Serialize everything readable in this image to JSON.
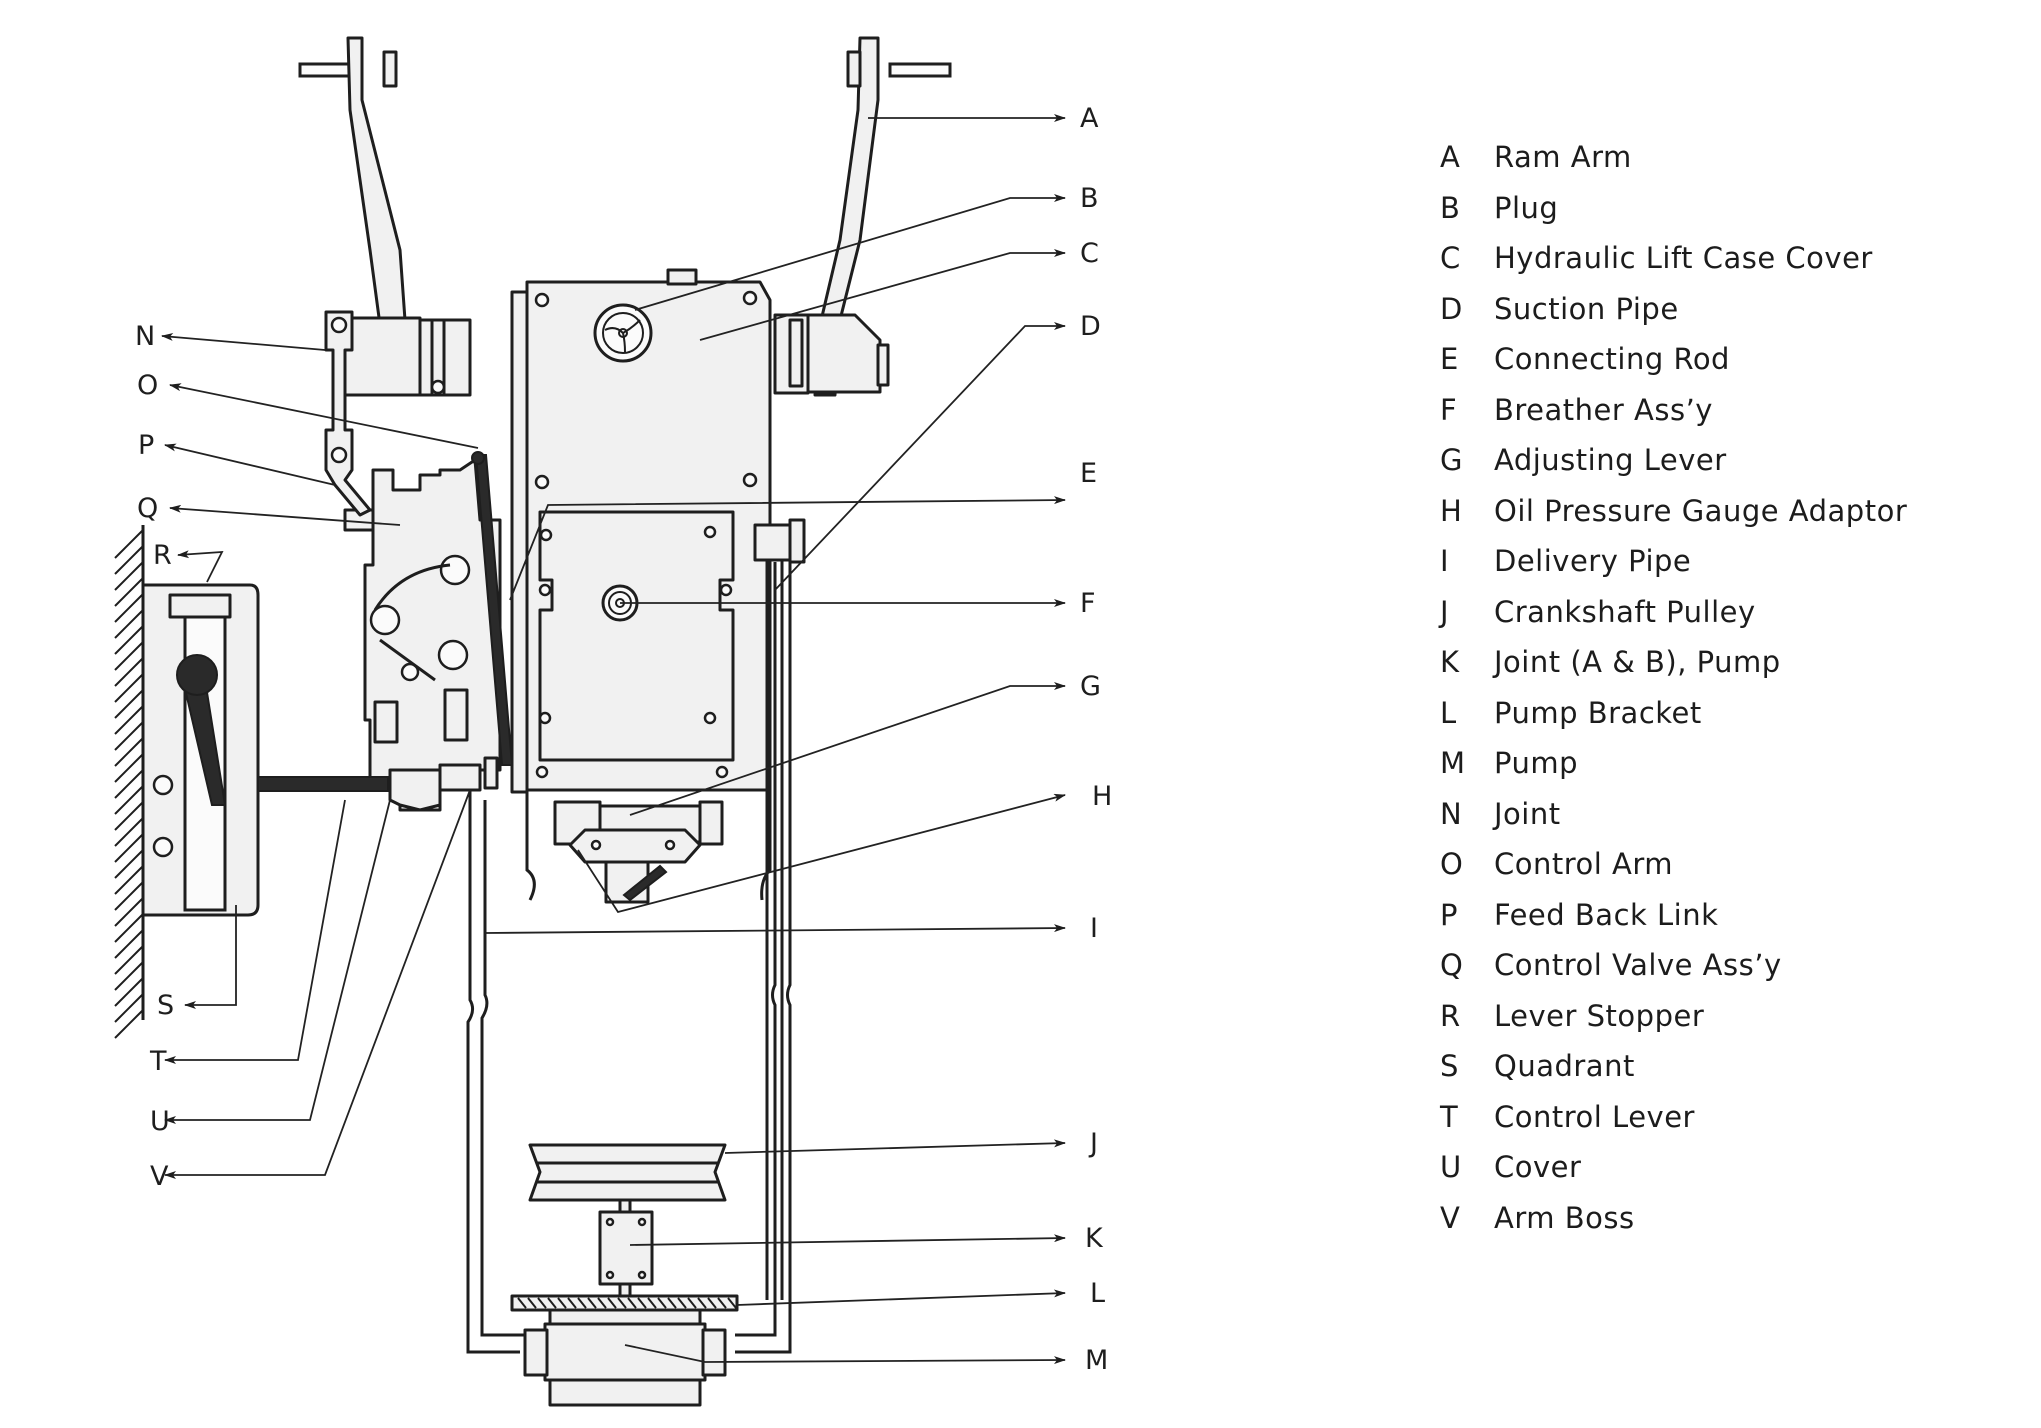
{
  "diagram": {
    "title": "Hydraulic Lift Assembly",
    "callouts": [
      "A",
      "B",
      "C",
      "D",
      "E",
      "F",
      "G",
      "H",
      "I",
      "J",
      "K",
      "L",
      "M",
      "N",
      "O",
      "P",
      "Q",
      "R",
      "S",
      "T",
      "U",
      "V"
    ]
  },
  "legend": {
    "items": [
      {
        "key": "A",
        "label": "Ram Arm"
      },
      {
        "key": "B",
        "label": "Plug"
      },
      {
        "key": "C",
        "label": "Hydraulic Lift Case Cover"
      },
      {
        "key": "D",
        "label": "Suction Pipe"
      },
      {
        "key": "E",
        "label": "Connecting Rod"
      },
      {
        "key": "F",
        "label": "Breather Ass’y"
      },
      {
        "key": "G",
        "label": "Adjusting Lever"
      },
      {
        "key": "H",
        "label": "Oil Pressure Gauge Adaptor"
      },
      {
        "key": "I",
        "label": "Delivery Pipe"
      },
      {
        "key": "J",
        "label": "Crankshaft Pulley"
      },
      {
        "key": "K",
        "label": "Joint (A & B), Pump"
      },
      {
        "key": "L",
        "label": "Pump Bracket"
      },
      {
        "key": "M",
        "label": "Pump"
      },
      {
        "key": "N",
        "label": "Joint"
      },
      {
        "key": "O",
        "label": "Control Arm"
      },
      {
        "key": "P",
        "label": "Feed Back Link"
      },
      {
        "key": "Q",
        "label": "Control Valve Ass’y"
      },
      {
        "key": "R",
        "label": "Lever Stopper"
      },
      {
        "key": "S",
        "label": "Quadrant"
      },
      {
        "key": "T",
        "label": "Control Lever"
      },
      {
        "key": "U",
        "label": "Cover"
      },
      {
        "key": "V",
        "label": "Arm Boss"
      }
    ]
  }
}
